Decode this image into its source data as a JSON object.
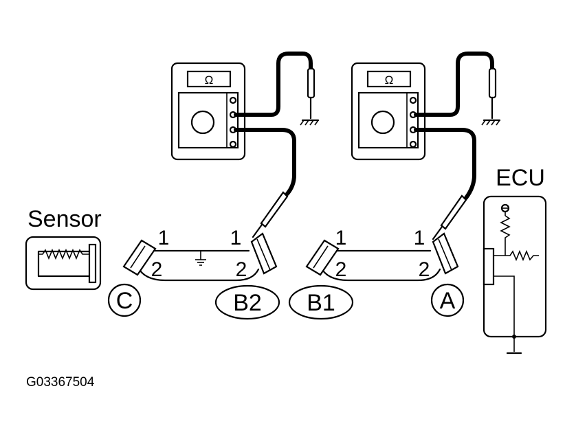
{
  "meters": [
    {
      "id": "left",
      "display": "Ω"
    },
    {
      "id": "right",
      "display": "Ω"
    }
  ],
  "labels": {
    "sensor": "Sensor",
    "ecu": "ECU",
    "figure_code": "G03367504"
  },
  "connectors": [
    {
      "id": "C",
      "label": "C"
    },
    {
      "id": "B2",
      "label": "B2",
      "pin_top": "1",
      "pin_bottom": "2"
    },
    {
      "id": "B1",
      "label": "B1",
      "pin_top": "1",
      "pin_bottom": "2"
    },
    {
      "id": "A",
      "label": "A",
      "pin_top": "1",
      "pin_bottom": "2"
    },
    {
      "id": "C_pins",
      "pin_top": "1",
      "pin_bottom": "2"
    }
  ]
}
